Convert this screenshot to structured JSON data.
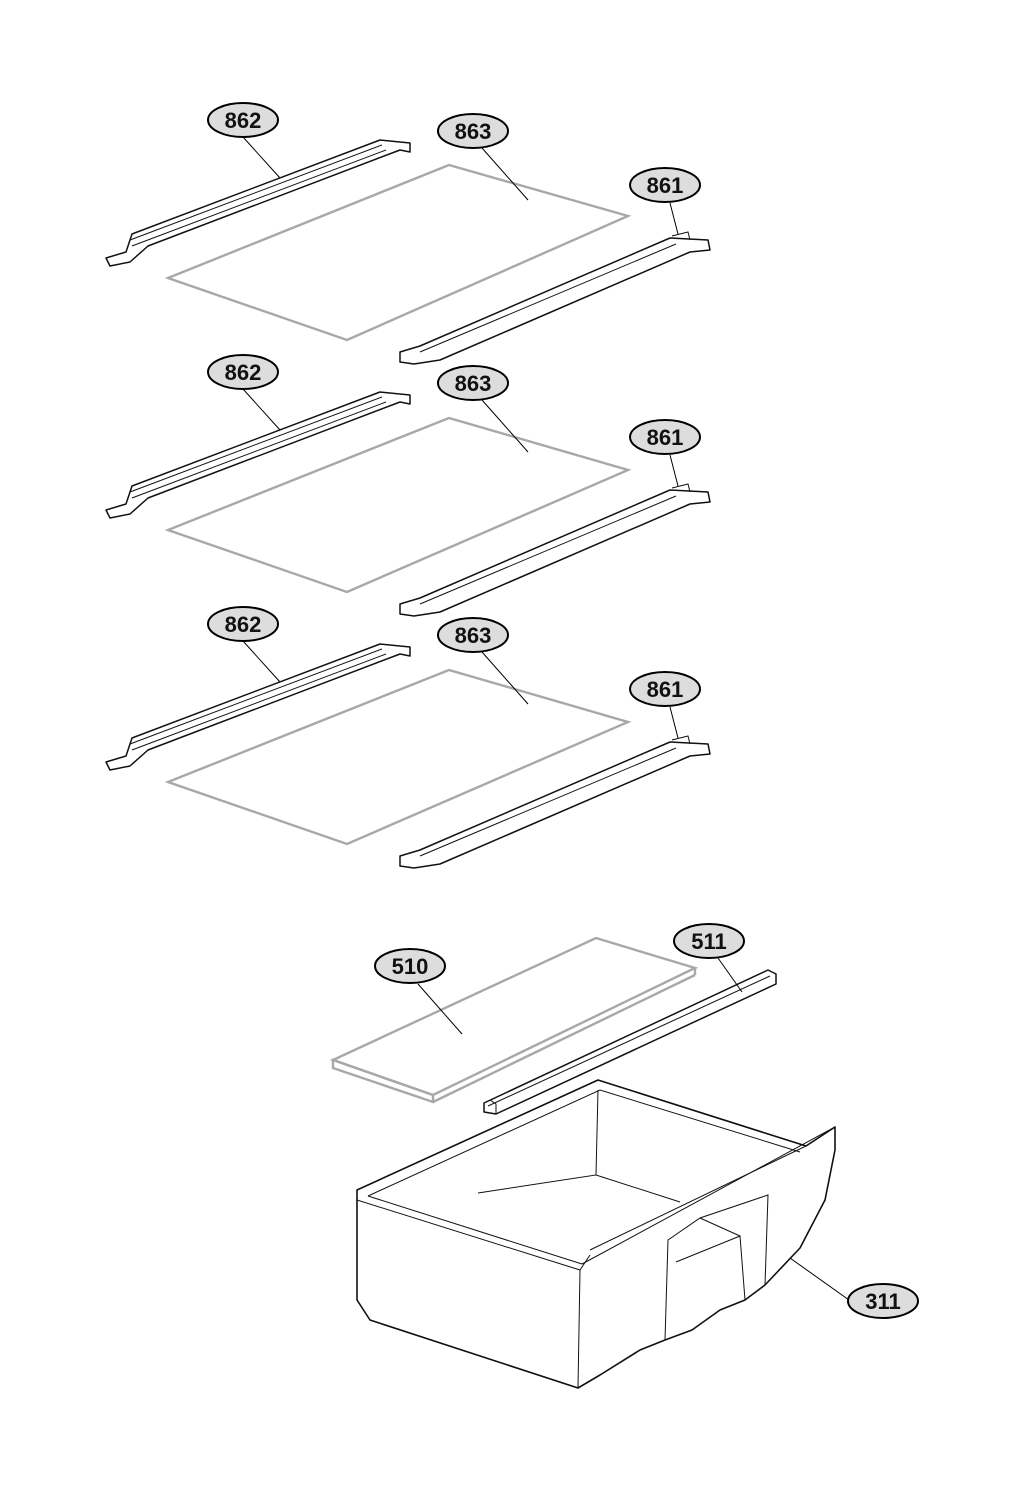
{
  "callouts": {
    "shelf_1": {
      "rail_left": "862",
      "glass": "863",
      "rail_right": "861"
    },
    "shelf_2": {
      "rail_left": "862",
      "glass": "863",
      "rail_right": "861"
    },
    "shelf_3": {
      "rail_left": "862",
      "glass": "863",
      "rail_right": "861"
    },
    "crisper": {
      "cover_glass": "510",
      "cover_frame": "511",
      "drawer": "311"
    }
  },
  "colors": {
    "line": "#111111",
    "glass_outline": "#a8a8a8",
    "callout_fill": "#dddddd",
    "background": "#ffffff"
  }
}
